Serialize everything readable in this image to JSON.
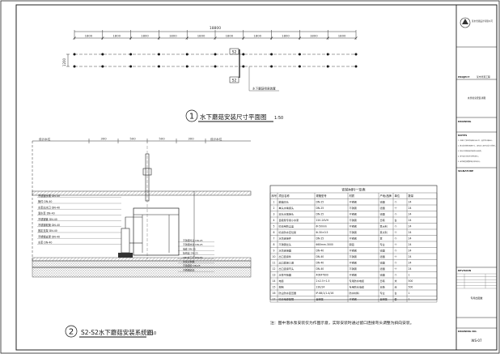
{
  "plan": {
    "overall_dim": "18800",
    "segment_dims": [
      "1800",
      "1800",
      "1800",
      "1800",
      "1800",
      "1800",
      "1800",
      "1800",
      "1800",
      "1800"
    ],
    "left_dim": "1200",
    "section_marks": [
      "S2",
      "S2"
    ],
    "note": "水下蘑菇喷泉装置",
    "index_no": "1",
    "title": "水下蘑菇安装尺寸平面图",
    "scale": "1:50"
  },
  "section": {
    "index_no": "2",
    "title": "S2-S2水下蘑菇安装系统图",
    "scale": "1:10",
    "top_dims": [
      "300",
      "500",
      "500",
      "300"
    ],
    "water_level_labels": [
      "设计水位",
      "设计水位"
    ],
    "left_labels": [
      "不锈钢水嘴 DN-40",
      "管件 DN-40",
      "水泵出水口 DN-40",
      "潜水泵 DN-40",
      "不锈钢管 DN-40",
      "不锈钢软管 DN-40",
      "固定支架 DN-40",
      "不锈钢支架 DN-40",
      "水泵 DN-40"
    ],
    "right_labels": [
      "不锈钢弯头 DN-25",
      "不锈钢支架 DN-25",
      "电缆 DN-25",
      "接线盒 DN-25",
      "LED水下灯 DN-25",
      "水泵控制箱",
      "不锈钢管 DN-25",
      "不锈钢支架"
    ]
  },
  "table": {
    "title": "安装材料一览表",
    "headers": [
      "序号",
      "项目名称",
      "规格型号",
      "材质",
      "产地/品牌",
      "单位",
      "数量"
    ],
    "rows": [
      [
        "1",
        "蘑菇喷头",
        "DN-25",
        "不锈钢",
        "德国",
        "个",
        "24"
      ],
      [
        "2",
        "单头水嘴接头",
        "DN-25",
        "不锈钢",
        "德国",
        "个",
        "24"
      ],
      [
        "3",
        "双头水嘴接头",
        "DN-25",
        "不锈钢",
        "德国",
        "个",
        "24"
      ],
      [
        "4",
        "自吸泵专用小水泵",
        "220-24VH",
        "不锈钢",
        "日韩",
        "台",
        "24"
      ],
      [
        "5",
        "喷泉用防尘盖",
        "Φ-50mm",
        "不锈钢",
        "意大利",
        "个",
        "24"
      ],
      [
        "6",
        "喷泉防水定位架",
        "Φ-30×0.5",
        "不锈钢",
        "意大利",
        "个",
        "24"
      ],
      [
        "7",
        "水管连接件",
        "DN-25",
        "不锈钢",
        "意",
        "个",
        "24"
      ],
      [
        "8",
        "不锈钢龙头",
        "Φ80mm-3000",
        "铜铝",
        "专业",
        "个",
        "24"
      ],
      [
        "9",
        "水管连接器",
        "DN-40",
        "不锈钢",
        "德国",
        "个",
        "24"
      ],
      [
        "10",
        "出口直接件",
        "DN-40",
        "不锈钢",
        "德国",
        "个",
        "24"
      ],
      [
        "11",
        "出口直接三通",
        "DN-40",
        "不锈钢",
        "德国",
        "个",
        "24"
      ],
      [
        "12",
        "出口连接弯头",
        "DN-40",
        "不锈钢",
        "德国",
        "个",
        "24"
      ],
      [
        "13",
        "水泵平衡器",
        "4064*600",
        "不锈钢",
        "德国",
        "个",
        "1"
      ],
      [
        "14",
        "电缆",
        "2×2.5+1.5",
        "专用防水电缆",
        "日韩",
        "米",
        "500"
      ],
      [
        "15",
        "控制",
        "230/24",
        "专用防水电缆",
        "日韩",
        "米",
        "500"
      ],
      [
        "16",
        "防尘防水变压器",
        "IP-68/1/1-4/16",
        "防水材料",
        "专业",
        "台",
        "1"
      ],
      [
        "17",
        "喷泉电源故障",
        "自研发",
        "不锈钢",
        "自研发",
        "套",
        "1"
      ]
    ],
    "note": "注：图中潜水泵安装仅为作图示意，实际安装时通过留口连接弯头调整为斜向安装。"
  },
  "title_block": {
    "company": "某市景观设计有限公司",
    "project_label": "PROJECT",
    "project_name": "某市景观工程",
    "drawing_label": "DRAWING",
    "drawing_name": "水景喷泉安装详图",
    "notes_label": "NOTES",
    "notes_lines": [
      "1. 本图尺寸单位除标高以米计外，其余均以毫米计。",
      "2. 施工前应核对现场尺寸，如有出入及时与设计方联系。",
      "3. 所有不锈钢材料均采用304材质。",
      "4. 电气部分应由专业单位施工。",
      "5. 未尽事宜按国家现行规范执行。"
    ],
    "sign_label": "SIGNATURE",
    "revision_label": "REVISION",
    "stamp_label": "专用出图章",
    "drawing_no_label": "DRAWING NO.",
    "drawing_no": "WS-07"
  }
}
